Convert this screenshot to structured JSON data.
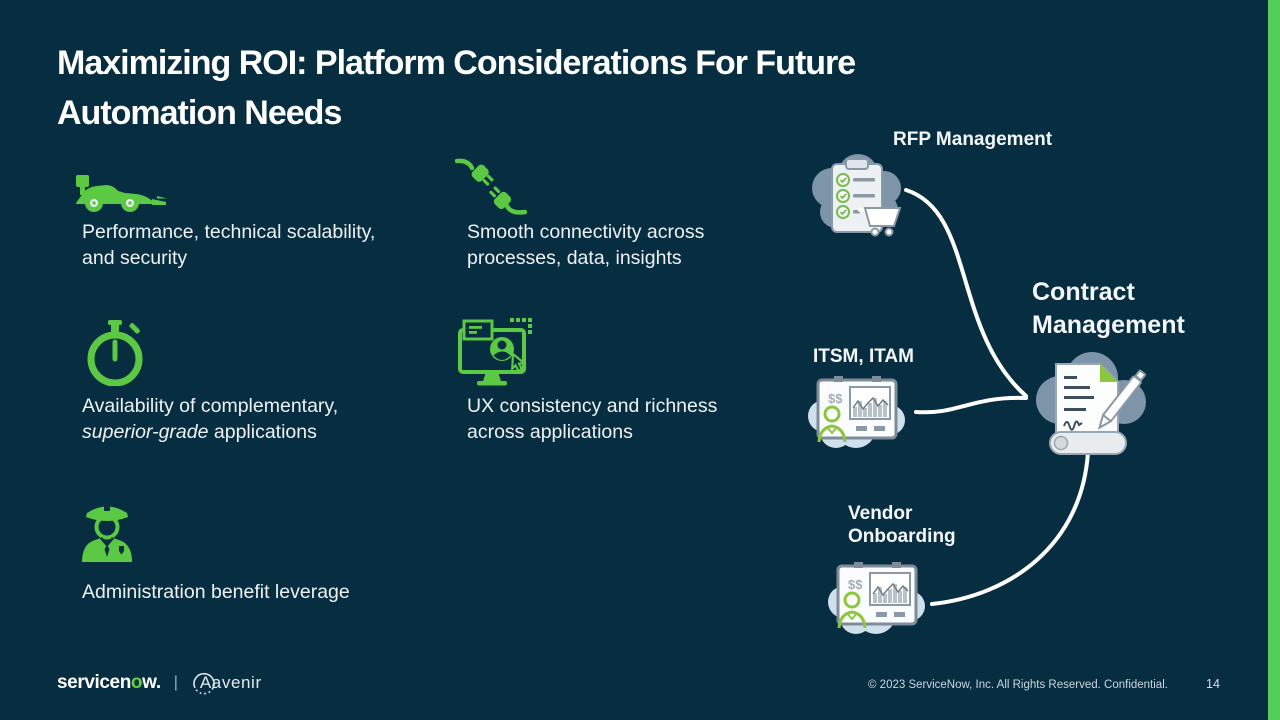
{
  "title_line1": "Maximizing ROI: Platform Considerations For Future",
  "title_line2": "Automation Needs",
  "left_items": {
    "performance": {
      "line1": "Performance, technical scalability,",
      "line2": "and security"
    },
    "availability": {
      "line1": "Availability of complementary,",
      "line2_italic": "superior-grade",
      "line2_rest": " applications"
    },
    "administration": {
      "line1": "Administration benefit leverage"
    }
  },
  "middle_items": {
    "connectivity": {
      "line1": "Smooth connectivity across",
      "line2": "processes, data, insights"
    },
    "ux": {
      "line1": "UX consistency and richness",
      "line2": "across applications"
    }
  },
  "diagram": {
    "rfp_label": "RFP Management",
    "itsm_label": "ITSM, ITAM",
    "vendor_label_line1": "Vendor",
    "vendor_label_line2": "Onboarding",
    "contract_label_line1": "Contract",
    "contract_label_line2": "Management",
    "dollar_text": "$$"
  },
  "footer": {
    "servicenow_part1": "servicen",
    "servicenow_o": "o",
    "servicenow_part2": "w.",
    "separator": "|",
    "aavenir_text": "Aavenir",
    "copyright": "© 2023 ServiceNow, Inc. All Rights Reserved. Confidential.",
    "page_number": "14"
  },
  "colors": {
    "background": "#062d40",
    "icon_green": "#5cc944",
    "accent_bar_green": "#55ce58",
    "person_green": "#8cc63f",
    "blob_slate": "#7e95a9",
    "blob_light": "#cfdfeb",
    "text_light": "#e9eef2"
  }
}
